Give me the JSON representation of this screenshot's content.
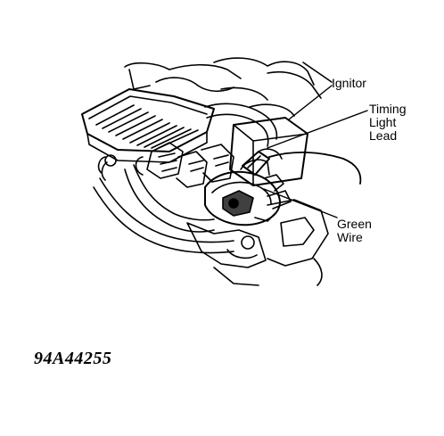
{
  "labels": {
    "ignitor": "Ignitor",
    "timing_light_lead": "Timing\nLight\nLead",
    "green_wire": "Green\nWire"
  },
  "figure_code": "94A44255"
}
